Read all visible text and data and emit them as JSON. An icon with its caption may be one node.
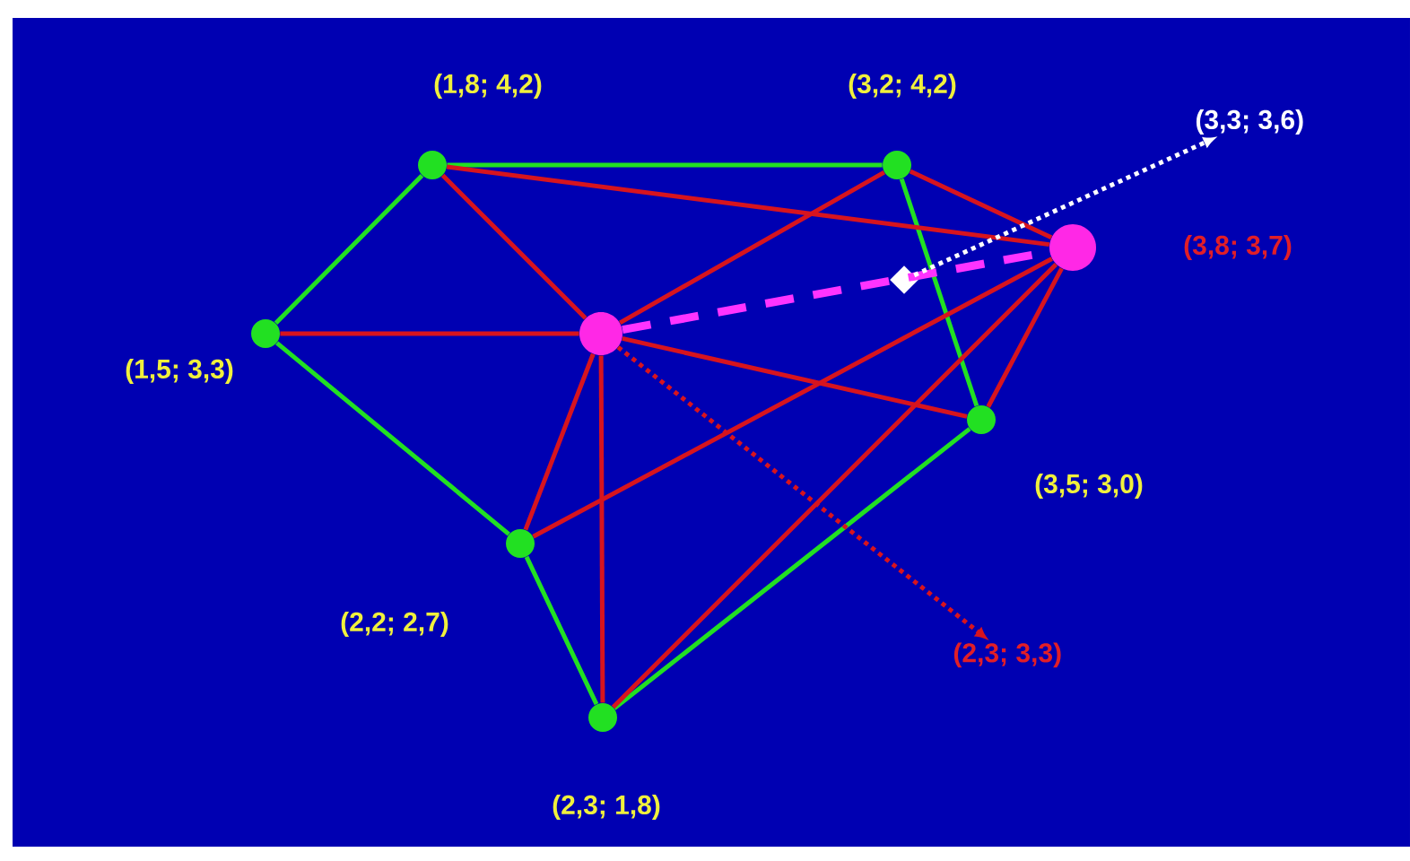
{
  "diagram": {
    "nodes": [
      {
        "text": [],
        "shape": "circle",
        "beside": [
          "(1,8; 4,2)"
        ]
      },
      {
        "text": [],
        "shape": "circle",
        "beside": [
          "(3,2; 4,2)"
        ]
      },
      {
        "text": [
          "(3,3; 3,6)"
        ]
      },
      {
        "text": [],
        "shape": "circle",
        "beside": [
          "(3,8; 3,7)"
        ]
      },
      {
        "text": [],
        "shape": "diamond"
      },
      {
        "text": [],
        "shape": "circle",
        "beside": [
          "(1,5; 3,3)"
        ]
      },
      {
        "text": [],
        "shape": "circle"
      },
      {
        "text": [],
        "shape": "circle",
        "beside": [
          "(3,5; 3,0)"
        ]
      },
      {
        "text": [],
        "shape": "circle",
        "beside": [
          "(2,2; 2,7)"
        ]
      },
      {
        "text": [
          "(2,3; 3,3)"
        ]
      },
      {
        "text": [],
        "shape": "circle",
        "beside": [
          "(2,3; 1,8)"
        ]
      }
    ],
    "edges": [
      {
        "from": 0,
        "to": 1,
        "arrow": "none",
        "color": "#22e022"
      },
      {
        "from": 0,
        "to": 5,
        "arrow": "none",
        "color": "#22e022"
      },
      {
        "from": 5,
        "to": 8,
        "arrow": "none",
        "color": "#22e022"
      },
      {
        "from": 8,
        "to": 10,
        "arrow": "none",
        "color": "#22e022"
      },
      {
        "from": 10,
        "to": 7,
        "arrow": "none",
        "color": "#22e022"
      },
      {
        "from": 7,
        "to": 1,
        "arrow": "none",
        "color": "#22e022"
      },
      {
        "from": 6,
        "to": 0,
        "arrow": "none"
      },
      {
        "from": 6,
        "to": 1,
        "arrow": "none"
      },
      {
        "from": 6,
        "to": 5,
        "arrow": "none"
      },
      {
        "from": 6,
        "to": 7,
        "arrow": "none"
      },
      {
        "from": 6,
        "to": 8,
        "arrow": "none"
      },
      {
        "from": 6,
        "to": 10,
        "arrow": "none"
      },
      {
        "from": 3,
        "to": 0,
        "arrow": "none"
      },
      {
        "from": 3,
        "to": 1,
        "arrow": "none"
      },
      {
        "from": 3,
        "to": 7,
        "arrow": "none"
      },
      {
        "from": 3,
        "to": 8,
        "arrow": "none"
      },
      {
        "from": 3,
        "to": 10,
        "arrow": "none"
      },
      {
        "from": 6,
        "to": 3,
        "arrow": "none",
        "style": "dashed",
        "color": "#ff33ff"
      },
      {
        "from": 4,
        "to": 2,
        "arrow": "to",
        "style": "dashed",
        "color": "#ffffff"
      },
      {
        "from": 6,
        "to": 9,
        "arrow": "to",
        "style": "dashed"
      }
    ]
  }
}
